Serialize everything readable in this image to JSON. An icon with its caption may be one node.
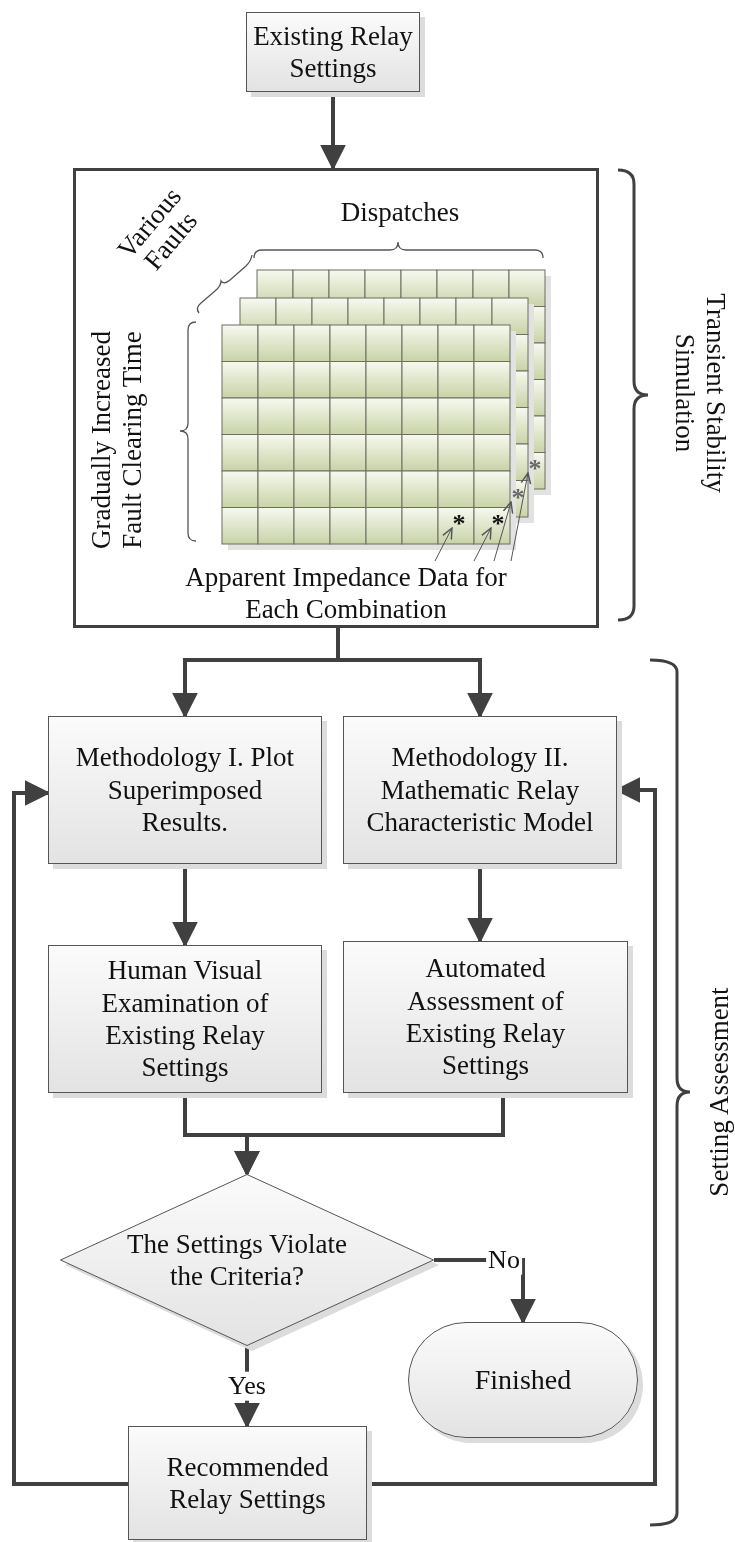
{
  "diagram": {
    "nodes": [
      {
        "text": [
          "Existing Relay Settings"
        ]
      },
      {
        "text": [],
        "shape": "box"
      },
      {
        "text": [
          "Apparent Impedance Data for Each Combination"
        ],
        "in": 1
      },
      {
        "text": [
          "*"
        ],
        "in": 1
      },
      {
        "text": [
          "*"
        ],
        "in": 1
      },
      {
        "text": [
          "*"
        ],
        "in": 1
      },
      {
        "text": [
          "*"
        ],
        "in": 1
      },
      {
        "text": [
          "Methodology I. Plot Superimposed Results."
        ]
      },
      {
        "text": [
          "Methodology II. Mathematic Relay Characteristic Model"
        ]
      },
      {
        "text": [
          "Human Visual Examination of Existing Relay Settings"
        ]
      },
      {
        "text": [
          "Automated Assessment of Existing Relay Settings"
        ]
      },
      {
        "text": [
          "The Settings Violate the Criteria?"
        ]
      },
      {
        "text": [
          "Finished"
        ]
      },
      {
        "text": [
          "Recommended Relay Settings"
        ]
      }
    ],
    "edges": [
      {
        "from": 0,
        "to": 1,
        "arrow": "to"
      },
      {
        "from": 1,
        "to": 7,
        "arrow": "to"
      },
      {
        "from": 1,
        "to": 8,
        "arrow": "to"
      },
      {
        "from": 7,
        "to": 9,
        "arrow": "to"
      },
      {
        "from": 8,
        "to": 10,
        "arrow": "to"
      },
      {
        "from": 9,
        "to": 11,
        "arrow": "to"
      },
      {
        "from": 10,
        "to": 11,
        "arrow": "to"
      },
      {
        "from": 11,
        "to": 12,
        "arrow": "to",
        "label": "No"
      },
      {
        "from": 11,
        "to": 13,
        "arrow": "to",
        "label": "Yes"
      },
      {
        "from": 13,
        "to": 7,
        "arrow": "to"
      },
      {
        "from": 13,
        "to": 8,
        "arrow": "to"
      },
      {
        "from": 2,
        "to": 3,
        "arrow": "to"
      },
      {
        "from": 2,
        "to": 4,
        "arrow": "to"
      },
      {
        "from": 2,
        "to": 5,
        "arrow": "to"
      },
      {
        "from": 2,
        "to": 6,
        "arrow": "to"
      }
    ],
    "labels": [
      "Dispatches",
      "Various Faults",
      "Gradually Increased Fault Clearing Time",
      "Transient Stability Simulation",
      "Setting Assessment"
    ]
  }
}
